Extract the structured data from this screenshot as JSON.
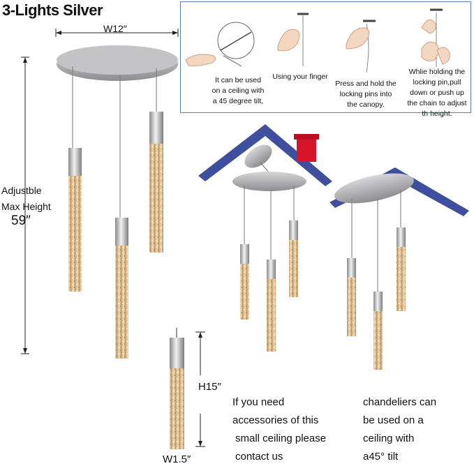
{
  "title": "3-Lights Silver",
  "dimensions": {
    "width_label": "W12″",
    "height_label_line1": "Adjustble",
    "height_label_line2": "Max Height",
    "height_value": "59″",
    "pendant_height": "H15″",
    "pendant_width": "W1.5″"
  },
  "instructions": [
    {
      "text": "It can be used on a ceiling with a 45 degree tilt,",
      "lines": [
        "It can be used",
        "on a ceiling with",
        "a 45 degree tilt,"
      ]
    },
    {
      "text": "Using your finger",
      "lines": [
        "Using your finger"
      ]
    },
    {
      "text": "Press and hold the locking pins into the canopy.",
      "lines": [
        "Press and hold the",
        "locking pins into",
        "the canopy."
      ]
    },
    {
      "text": "Whlie holding the locking pin,pull down or push up the chain to adjust th height.",
      "lines": [
        "Whlie holding the",
        "locking pin,pull",
        "down or push up",
        "the chain to adjust",
        "th height."
      ]
    }
  ],
  "notes": {
    "left": [
      "If you need",
      "accessories of this",
      "small ceiling please",
      "contact us"
    ],
    "right": [
      "chandeliers can",
      "be used on a",
      "ceiling with",
      "a45° tilt"
    ]
  },
  "colors": {
    "panel_border": "#5b7fb8",
    "roof": "#3f4f9e",
    "chimney": "#d7142a",
    "metal": "#a9a9ab",
    "glass": "#d8b888"
  }
}
